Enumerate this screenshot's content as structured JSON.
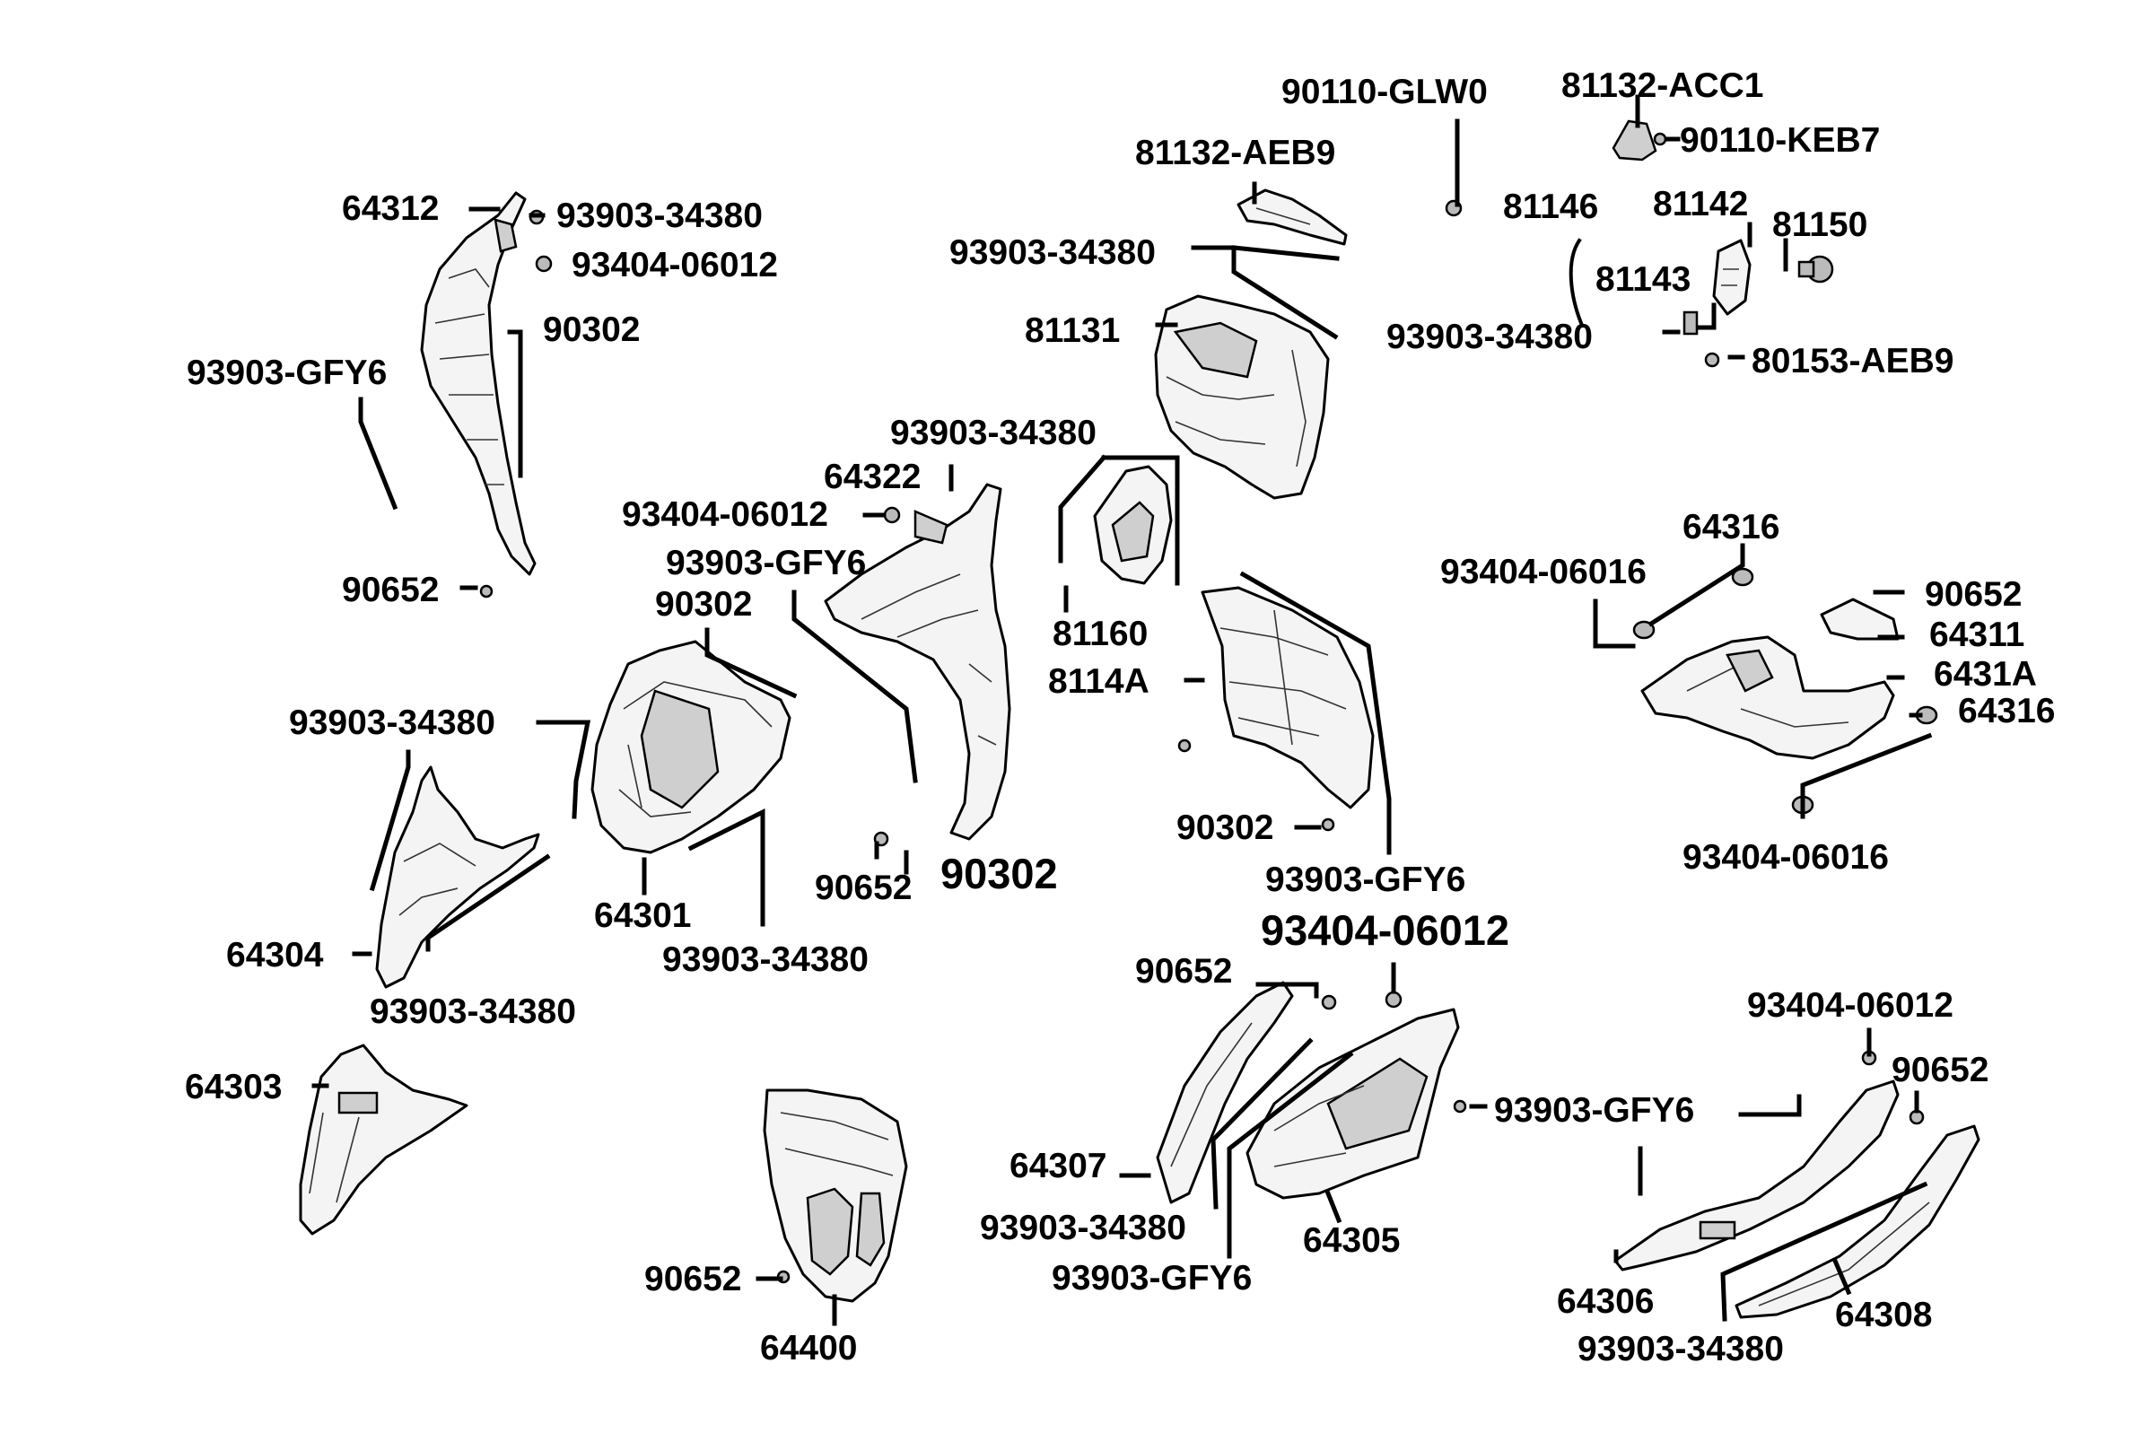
{
  "labels": [
    {
      "id": "l1",
      "text": "90110-GLW0"
    },
    {
      "id": "l2",
      "text": "81132-ACC1"
    },
    {
      "id": "l3",
      "text": "90110-KEB7"
    },
    {
      "id": "l4",
      "text": "81132-AEB9"
    },
    {
      "id": "l5",
      "text": "81146"
    },
    {
      "id": "l6",
      "text": "81142"
    },
    {
      "id": "l7",
      "text": "81150"
    },
    {
      "id": "l8",
      "text": "93903-34380"
    },
    {
      "id": "l9",
      "text": "81143"
    },
    {
      "id": "l10",
      "text": "81131"
    },
    {
      "id": "l11",
      "text": "93903-34380"
    },
    {
      "id": "l12",
      "text": "80153-AEB9"
    },
    {
      "id": "l13",
      "text": "64312"
    },
    {
      "id": "l14",
      "text": "93903-34380"
    },
    {
      "id": "l15",
      "text": "93404-06012"
    },
    {
      "id": "l16",
      "text": "90302"
    },
    {
      "id": "l17",
      "text": "93903-GFY6"
    },
    {
      "id": "l18",
      "text": "90652"
    },
    {
      "id": "l19",
      "text": "93903-34380"
    },
    {
      "id": "l20",
      "text": "64322"
    },
    {
      "id": "l21",
      "text": "93404-06012"
    },
    {
      "id": "l22",
      "text": "93903-GFY6"
    },
    {
      "id": "l23",
      "text": "90302"
    },
    {
      "id": "l24",
      "text": "81160"
    },
    {
      "id": "l25",
      "text": "8114A"
    },
    {
      "id": "l26",
      "text": "64316"
    },
    {
      "id": "l27",
      "text": "93404-06016"
    },
    {
      "id": "l28",
      "text": "90652"
    },
    {
      "id": "l29",
      "text": "64311"
    },
    {
      "id": "l30",
      "text": "6431A"
    },
    {
      "id": "l31",
      "text": "64316"
    },
    {
      "id": "l32",
      "text": "93903-34380"
    },
    {
      "id": "l33",
      "text": "64304"
    },
    {
      "id": "l34",
      "text": "93903-34380"
    },
    {
      "id": "l35",
      "text": "64301"
    },
    {
      "id": "l36",
      "text": "93903-34380"
    },
    {
      "id": "l37",
      "text": "90652"
    },
    {
      "id": "l38",
      "text": "90302"
    },
    {
      "id": "l39",
      "text": "90302"
    },
    {
      "id": "l40",
      "text": "93903-GFY6"
    },
    {
      "id": "l41",
      "text": "93404-06012"
    },
    {
      "id": "l42",
      "text": "93404-06016"
    },
    {
      "id": "l43",
      "text": "64303"
    },
    {
      "id": "l44",
      "text": "90652"
    },
    {
      "id": "l45",
      "text": "93404-06012"
    },
    {
      "id": "l46",
      "text": "90652"
    },
    {
      "id": "l47",
      "text": "93903-GFY6"
    },
    {
      "id": "l48",
      "text": "64307"
    },
    {
      "id": "l49",
      "text": "93903-34380"
    },
    {
      "id": "l50",
      "text": "64305"
    },
    {
      "id": "l51",
      "text": "93903-GFY6"
    },
    {
      "id": "l52",
      "text": "90652"
    },
    {
      "id": "l53",
      "text": "64400"
    },
    {
      "id": "l54",
      "text": "64306"
    },
    {
      "id": "l55",
      "text": "64308"
    },
    {
      "id": "l56",
      "text": "93903-34380"
    }
  ]
}
